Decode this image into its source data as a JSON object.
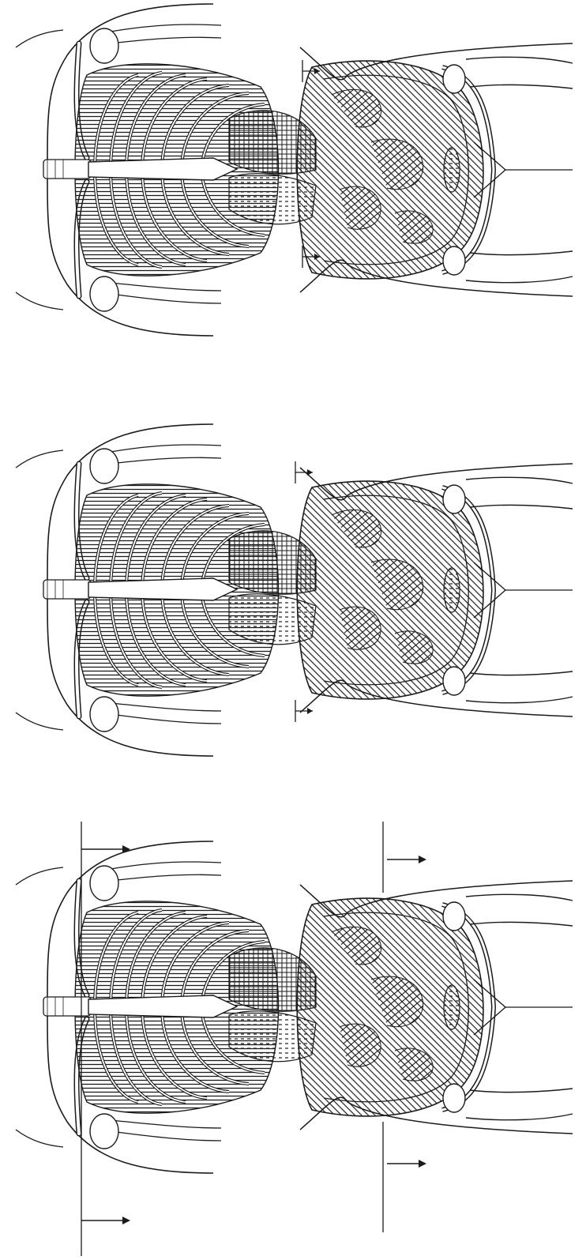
{
  "figure": {
    "panels": [
      {
        "id": "panel-1",
        "arrows": [
          "upper-shoulder",
          "upper-hip"
        ]
      },
      {
        "id": "panel-2",
        "arrows": [
          "upper-shoulder",
          "upper-hip"
        ]
      },
      {
        "id": "panel-3",
        "arrows": [
          "shoulder-pair",
          "waist-pair"
        ]
      }
    ],
    "colors": {
      "ink": "#1b1b1b",
      "paper": "#ffffff"
    }
  }
}
